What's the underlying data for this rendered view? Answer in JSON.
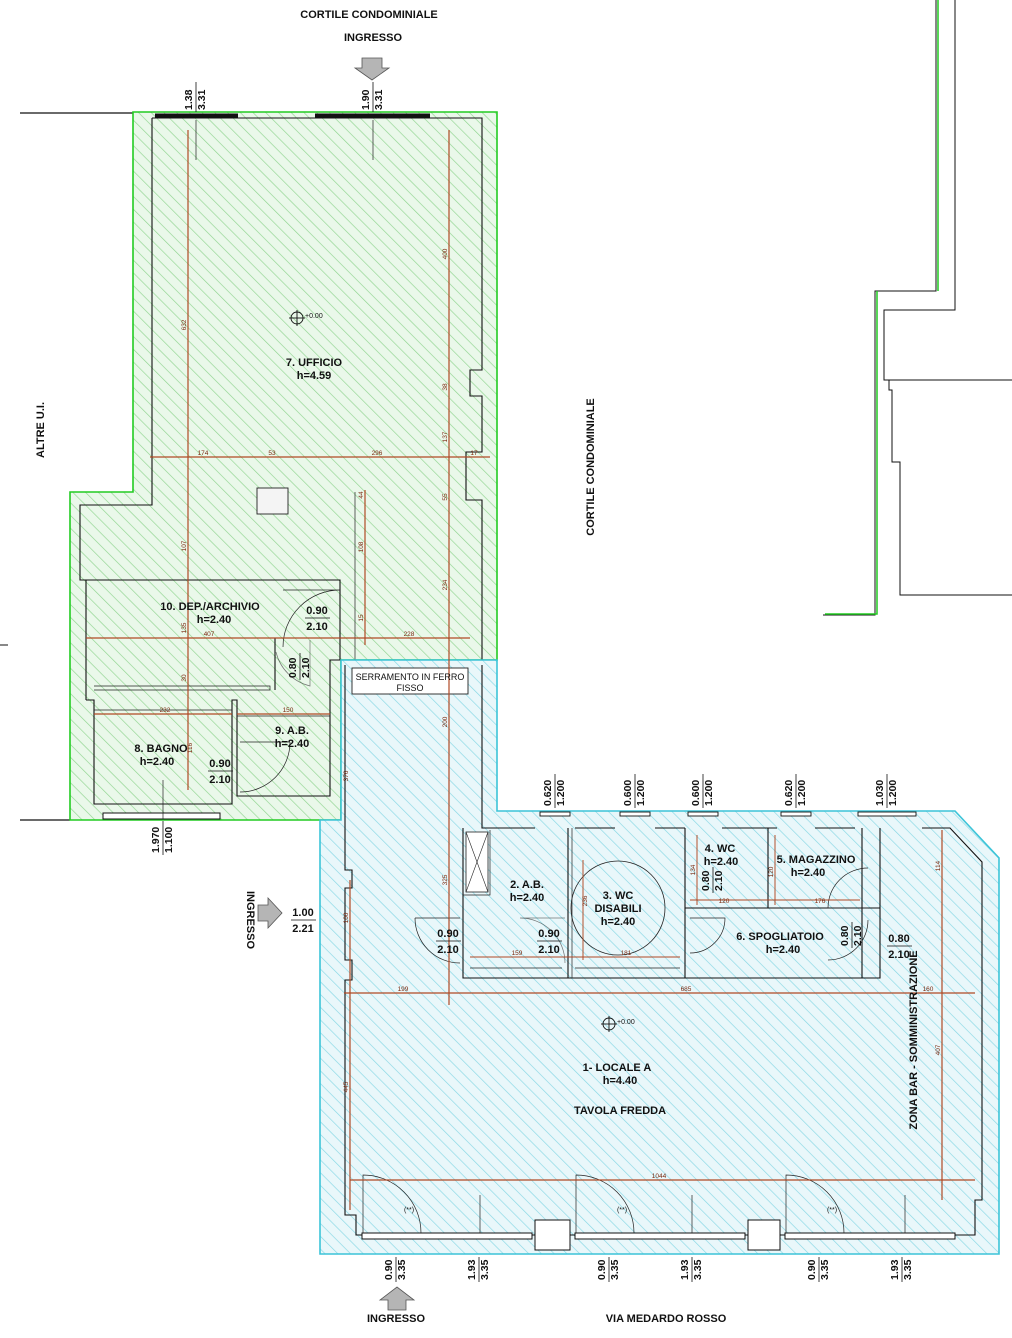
{
  "colors": {
    "green_zone": "#22cc22",
    "green_hatch": "#8fd48f",
    "cyan_zone": "#3cc4d8",
    "cyan_hatch": "#86d7e4",
    "dimension_line": "#b04a25",
    "wall": "#111111"
  },
  "labels": {
    "cortile_top": "CORTILE CONDOMINIALE",
    "ingresso_top": "INGRESSO",
    "altre_ui": "ALTRE U.I.",
    "cortile_right": "CORTILE CONDOMINIALE",
    "ingresso_left": "INGRESSO",
    "ingresso_bottom": "INGRESSO",
    "via": "VIA MEDARDO ROSSO",
    "serramento_1": "SERRAMENTO IN FERRO",
    "serramento_2": "FISSO",
    "zona_bar": "ZONA BAR - SOMMINISTRAZIONE",
    "tavola": "TAVOLA FREDDA",
    "level_1": "+0.00",
    "level_2": "+0.00",
    "note_1": "(**)",
    "note_2": "(**)",
    "note_3": "(**)"
  },
  "rooms": {
    "ufficio": {
      "name": "7. UFFICIO",
      "h": "h=4.59"
    },
    "archivio": {
      "name": "10. DEP./ARCHIVIO",
      "h": "h=2.40"
    },
    "bagno": {
      "name": "8. BAGNO",
      "h": "h=2.40"
    },
    "ab9": {
      "name": "9. A.B.",
      "h": "h=2.40"
    },
    "ab2": {
      "name": "2. A.B.",
      "h": "h=2.40"
    },
    "wc3": {
      "name1": "3. WC",
      "name2": "DISABILI",
      "h": "h=2.40"
    },
    "wc4": {
      "name": "4. WC",
      "h": "h=2.40"
    },
    "magazzino": {
      "name": "5. MAGAZZINO",
      "h": "h=2.40"
    },
    "spogliatoio": {
      "name": "6. SPOGLIATOIO",
      "h": "h=2.40"
    },
    "locale": {
      "name": "1- LOCALE A",
      "h": "h=4.40"
    }
  },
  "openings": {
    "top1": [
      "1.38",
      "3.31"
    ],
    "top2": [
      "1.90",
      "3.31"
    ],
    "arch_door": [
      "0.90",
      "2.10"
    ],
    "small_door": [
      "0.80",
      "2.10"
    ],
    "ab9_door": [
      "0.90",
      "2.10"
    ],
    "left_bottom": [
      "1.970",
      "1.100"
    ],
    "ingresso_left": [
      "1.00",
      "2.21"
    ],
    "ab2_door_l": [
      "0.90",
      "2.10"
    ],
    "ab2_door_r": [
      "0.90",
      "2.10"
    ],
    "win1": [
      "0.620",
      "1.200"
    ],
    "win2": [
      "0.600",
      "1.200"
    ],
    "win3": [
      "0.600",
      "1.200"
    ],
    "win4": [
      "0.620",
      "1.200"
    ],
    "win5": [
      "1.030",
      "1.200"
    ],
    "wc4_door": [
      "0.80",
      "2.10"
    ],
    "spog_door": [
      "0.80",
      "2.10"
    ],
    "spog_door2": [
      "0.80",
      "2.10"
    ],
    "b1": [
      "0.90",
      "3.35"
    ],
    "b2": [
      "1.93",
      "3.35"
    ],
    "b3": [
      "0.90",
      "3.35"
    ],
    "b4": [
      "1.93",
      "3.35"
    ],
    "b5": [
      "0.90",
      "3.35"
    ],
    "b6": [
      "1.93",
      "3.35"
    ]
  },
  "dims": {
    "d632": "632",
    "d400": "400",
    "d38": "38",
    "d137": "137",
    "d174": "174",
    "d53": "53",
    "d296": "296",
    "d17": "17",
    "d44": "44",
    "d55": "55",
    "d107": "107",
    "d108": "108",
    "d234": "234",
    "d15": "15",
    "d135": "135",
    "d407": "407",
    "d228": "228",
    "d30": "30",
    "d232": "232",
    "d150": "150",
    "d376": "376",
    "d200": "200",
    "d325": "325",
    "d100": "100",
    "d134": "134",
    "d120a": "120",
    "d120b": "120",
    "d176": "176",
    "d114": "114",
    "d159": "159",
    "d181": "181",
    "d199": "199",
    "d685": "685",
    "d160": "160",
    "d407b": "407",
    "d445": "445",
    "d1044": "1044",
    "d116": "116",
    "d236": "236"
  }
}
